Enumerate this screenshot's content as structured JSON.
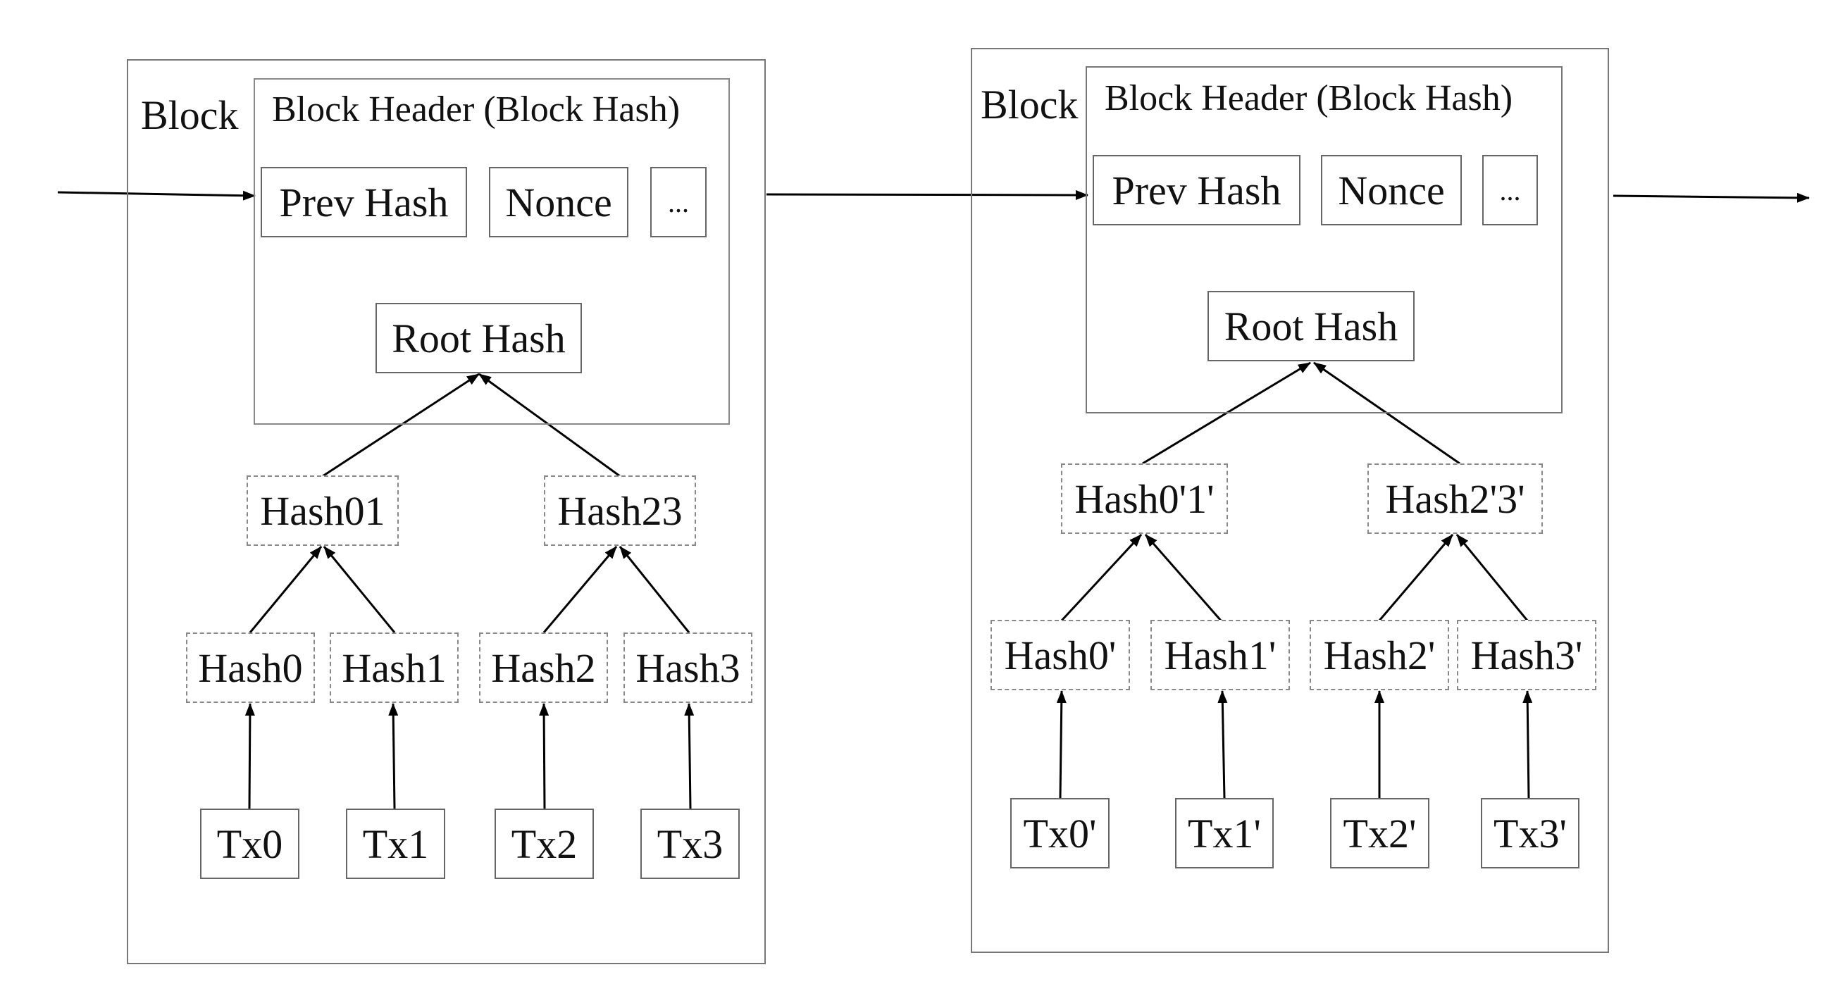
{
  "blocks": [
    {
      "block_label": "Block",
      "header_title": "Block Header (Block Hash)",
      "fields": {
        "prev_hash": "Prev Hash",
        "nonce": "Nonce",
        "more": "..."
      },
      "root_hash": "Root Hash",
      "level1": [
        "Hash01",
        "Hash23"
      ],
      "level2": [
        "Hash0",
        "Hash1",
        "Hash2",
        "Hash3"
      ],
      "transactions": [
        "Tx0",
        "Tx1",
        "Tx2",
        "Tx3"
      ]
    },
    {
      "block_label": "Block",
      "header_title": "Block Header (Block Hash)",
      "fields": {
        "prev_hash": "Prev Hash",
        "nonce": "Nonce",
        "more": "..."
      },
      "root_hash": "Root Hash",
      "level1": [
        "Hash0'1'",
        "Hash2'3'"
      ],
      "level2": [
        "Hash0'",
        "Hash1'",
        "Hash2'",
        "Hash3'"
      ],
      "transactions": [
        "Tx0'",
        "Tx1'",
        "Tx2'",
        "Tx3'"
      ]
    }
  ],
  "colors": {
    "line": "#000000",
    "box_border": "#666666",
    "dashed_border": "#888888",
    "text": "#111111"
  }
}
